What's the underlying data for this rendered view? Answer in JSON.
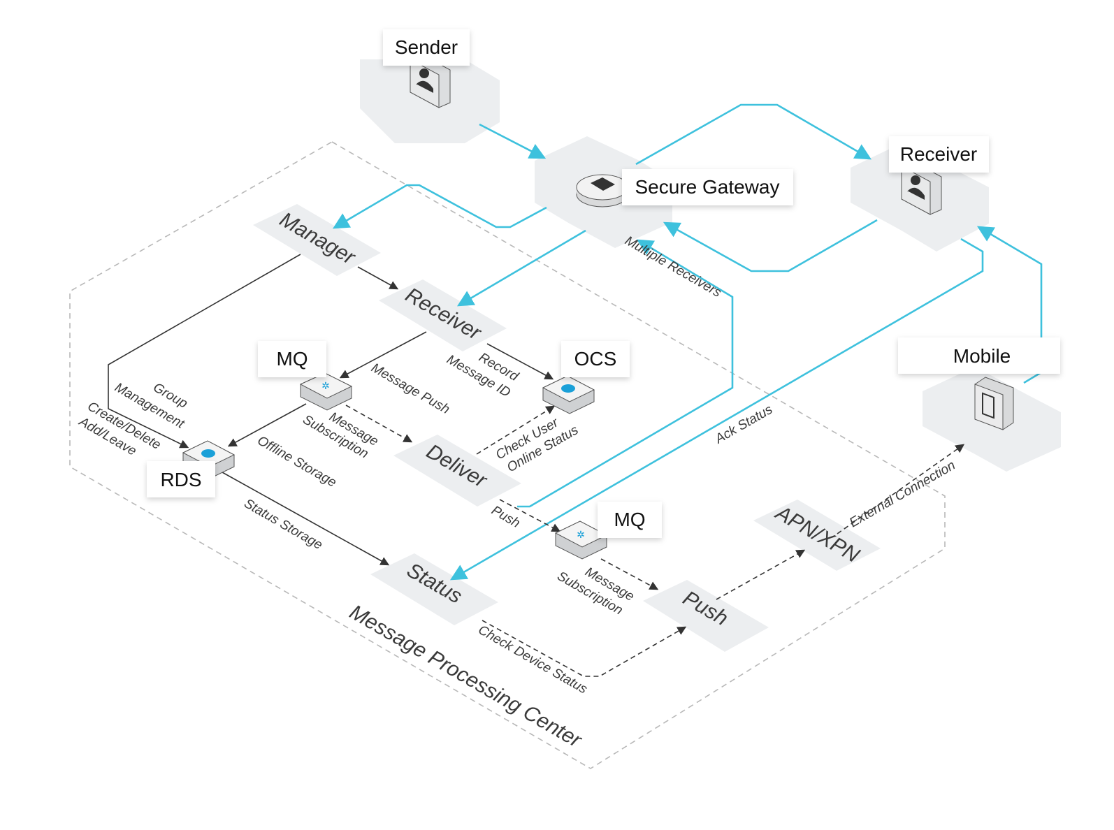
{
  "actors": {
    "sender": "Sender",
    "secure_gateway": "Secure Gateway",
    "receiver": "Receiver",
    "mobile": "Mobile"
  },
  "region": {
    "title": "Message Processing Center"
  },
  "nodes": {
    "manager": "Manager",
    "receiver": "Receiver",
    "deliver": "Deliver",
    "status": "Status",
    "push": "Push",
    "apn": "APN/XPN"
  },
  "services": {
    "mq_top": "MQ",
    "ocs": "OCS",
    "rds": "RDS",
    "mq_bottom": "MQ"
  },
  "edges": {
    "multiple_receivers": "Multiple Receivers",
    "record_message_id_1": "Record",
    "record_message_id_2": "Message ID",
    "message_push": "Message Push",
    "group_mgmt_1": "Group",
    "group_mgmt_2": "Management",
    "group_mgmt_3": "Create/Delete",
    "group_mgmt_4": "Add/Leave",
    "msg_sub_top_1": "Message",
    "msg_sub_top_2": "Subscription",
    "check_user_1": "Check User",
    "check_user_2": "Online Status",
    "offline_storage": "Offline Storage",
    "status_storage": "Status Storage",
    "push_label": "Push",
    "ack_status": "Ack Status",
    "external_connection": "External Connection",
    "msg_sub_bottom_1": "Message",
    "msg_sub_bottom_2": "Subscription",
    "check_device_status": "Check Device Status"
  },
  "colors": {
    "flow_blue": "#3ec1dd",
    "flow_dark": "#333333",
    "tile_fill": "#eceef0",
    "icon_blue": "#1aa0d8"
  }
}
